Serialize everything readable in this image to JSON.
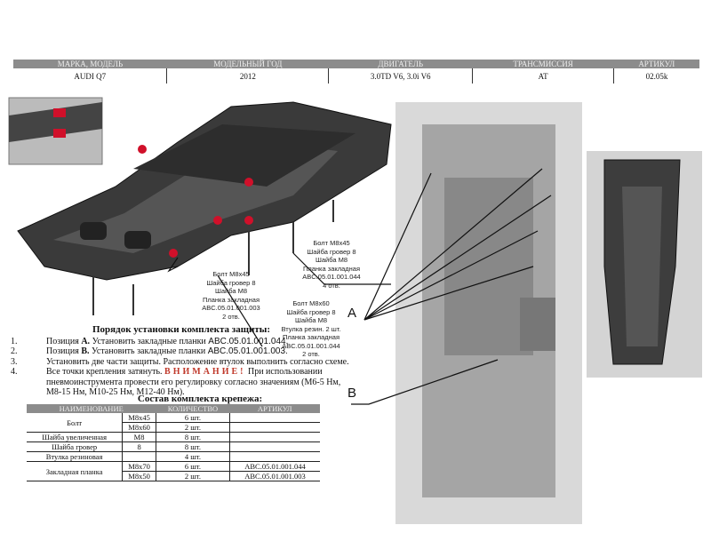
{
  "header": {
    "columns": [
      "МАРКА, МОДЕЛЬ",
      "МОДЕЛЬНЫЙ ГОД",
      "ДВИГАТЕЛЬ",
      "ТРАНСМИССИЯ",
      "АРТИКУЛ"
    ],
    "values": [
      "AUDI  Q7",
      "2012",
      "3.0TD V6, 3.0i V6",
      "AT",
      "02.05k"
    ]
  },
  "callouts": [
    {
      "lines": [
        "Болт M8x45",
        "Шайба гровер 8",
        "Шайба M8",
        "Планка закладная",
        "ABC.05.01.001.003",
        "2 отв."
      ]
    },
    {
      "lines": [
        "Болт M8x45",
        "Шайба гровер 8",
        "Шайба M8",
        "Планка закладная",
        "ABC.05.01.001.044",
        "4 отв."
      ]
    },
    {
      "lines": [
        "Болт M8x60",
        "Шайба гровер 8",
        "Шайба M8",
        "Втулка резин. 2 шт.",
        "Планка закладная",
        "ABC.05.01.001.044",
        "2 отв."
      ]
    }
  ],
  "labels": {
    "a": "A",
    "b": "B"
  },
  "steps": {
    "title": "Порядок установки комплекта защиты:",
    "items": [
      {
        "n": "1.",
        "pre": "Позиция ",
        "bold": "А.",
        "text": " Установить закладные планки ",
        "code": "ABC.05.01.001.044."
      },
      {
        "n": "2.",
        "pre": "Позиция ",
        "bold": "В.",
        "text": " Установить закладные планки ",
        "code": "ABC.05.01.001.003."
      },
      {
        "n": "3.",
        "text": "Установить две части защиты. Расположение втулок выполнить согласно схеме."
      },
      {
        "n": "4.",
        "text": "Все точки крепления затянуть. ",
        "warn": "ВНИМАНИЕ!",
        "after": "  При использовании пневмоинструмента провести его регулировку согласно значениям (М6-5 Нм, М8-15 Нм, М10-25 Нм, М12-40 Нм)."
      }
    ]
  },
  "fasteners": {
    "title": "Состав комплекта крепежа:",
    "columns": [
      "НАИМЕНОВАНИЕ",
      "КОЛИЧЕСТВО",
      "АРТИКУЛ"
    ],
    "rows": [
      {
        "name": "Болт",
        "size": "M8x45",
        "qty": "6 шт.",
        "art": ""
      },
      {
        "name": "",
        "size": "M8x60",
        "qty": "2 шт.",
        "art": ""
      },
      {
        "name": "Шайба увеличенная",
        "size": "M8",
        "qty": "8 шт.",
        "art": ""
      },
      {
        "name": "Шайба гровер",
        "size": "8",
        "qty": "8 шт.",
        "art": ""
      },
      {
        "name": "Втулка резиновая",
        "size": "",
        "qty": "4 шт.",
        "art": ""
      },
      {
        "name": "Закладная планка",
        "size": "M8x70",
        "qty": "6 шт.",
        "art": "ABC.05.01.001.044"
      },
      {
        "name": "",
        "size": "M8x50",
        "qty": "2 шт.",
        "art": "ABC.05.01.001.003"
      }
    ]
  },
  "colors": {
    "header_bg": "#8c8c8c",
    "warning": "#c0392b",
    "accent_red": "#d0102a"
  }
}
